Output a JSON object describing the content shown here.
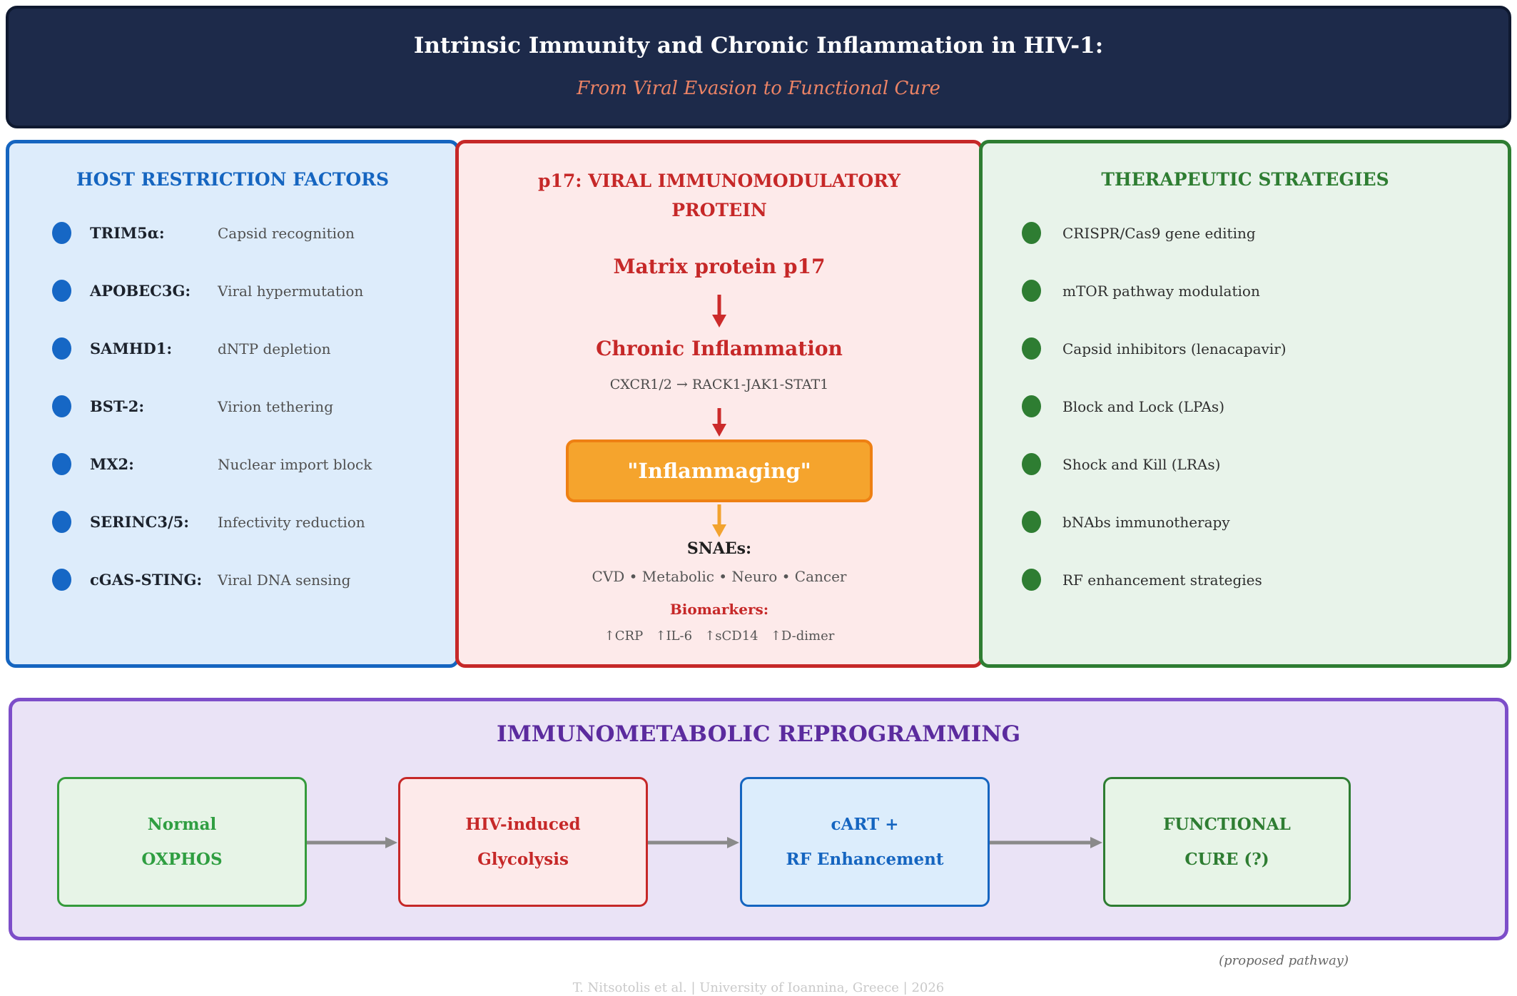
{
  "header": {
    "title": "Intrinsic Immunity and Chronic Inflammation in HIV-1:",
    "subtitle": "From Viral Evasion to Functional Cure"
  },
  "panels": {
    "host_restriction": {
      "title": "HOST RESTRICTION FACTORS",
      "items": [
        {
          "name": "TRIM5α:",
          "description": "Capsid recognition"
        },
        {
          "name": "APOBEC3G:",
          "description": "Viral hypermutation"
        },
        {
          "name": "SAMHD1:",
          "description": "dNTP depletion"
        },
        {
          "name": "BST-2:",
          "description": "Virion tethering"
        },
        {
          "name": "MX2:",
          "description": "Nuclear import block"
        },
        {
          "name": "SERINC3/5:",
          "description": "Infectivity reduction"
        },
        {
          "name": "cGAS-STING:",
          "description": "Viral DNA sensing"
        }
      ]
    },
    "p17": {
      "title_line1": "p17: VIRAL IMMUNOMODULATORY",
      "title_line2": "PROTEIN",
      "node_matrix": "Matrix protein p17",
      "node_inflammation": "Chronic Inflammation",
      "pathway": "CXCR1/2 → RACK1-JAK1-STAT1",
      "highlight": "\"Inflammaging\"",
      "snae_label": "SNAEs:",
      "snae_items": "CVD • Metabolic • Neuro • Cancer",
      "biomarkers_label": "Biomarkers:",
      "biomarkers_values": "↑CRP   ↑IL-6   ↑sCD14   ↑D-dimer"
    },
    "therapeutic": {
      "title": "THERAPEUTIC STRATEGIES",
      "items": [
        "CRISPR/Cas9 gene editing",
        "mTOR pathway modulation",
        "Capsid inhibitors (lenacapavir)",
        "Block and Lock (LPAs)",
        "Shock and Kill (LRAs)",
        "bNAbs immunotherapy",
        "RF enhancement strategies"
      ]
    }
  },
  "reprogramming": {
    "title": "IMMUNOMETABOLIC REPROGRAMMING",
    "stages": [
      {
        "line1": "Normal",
        "line2": "OXPHOS"
      },
      {
        "line1": "HIV-induced",
        "line2": "Glycolysis"
      },
      {
        "line1": "cART +",
        "line2": "RF Enhancement"
      },
      {
        "line1": "FUNCTIONAL",
        "line2": "CURE (?)"
      }
    ]
  },
  "footer": {
    "note": "(proposed pathway)",
    "credit": "T. Nitsotolis et al. | University of Ioannina, Greece | 2026"
  },
  "colors": {
    "header_bg": "#1d2a4a",
    "subtitle_salmon": "#ec8365",
    "blue": "#1565c0",
    "red": "#c62828",
    "green": "#2e7d32",
    "orange_fill": "#f5a42d",
    "orange_border": "#ee8013",
    "purple_border": "#7d4ec9",
    "purple_text": "#5b2b9e",
    "gray_arrow": "#8a8a8a"
  }
}
